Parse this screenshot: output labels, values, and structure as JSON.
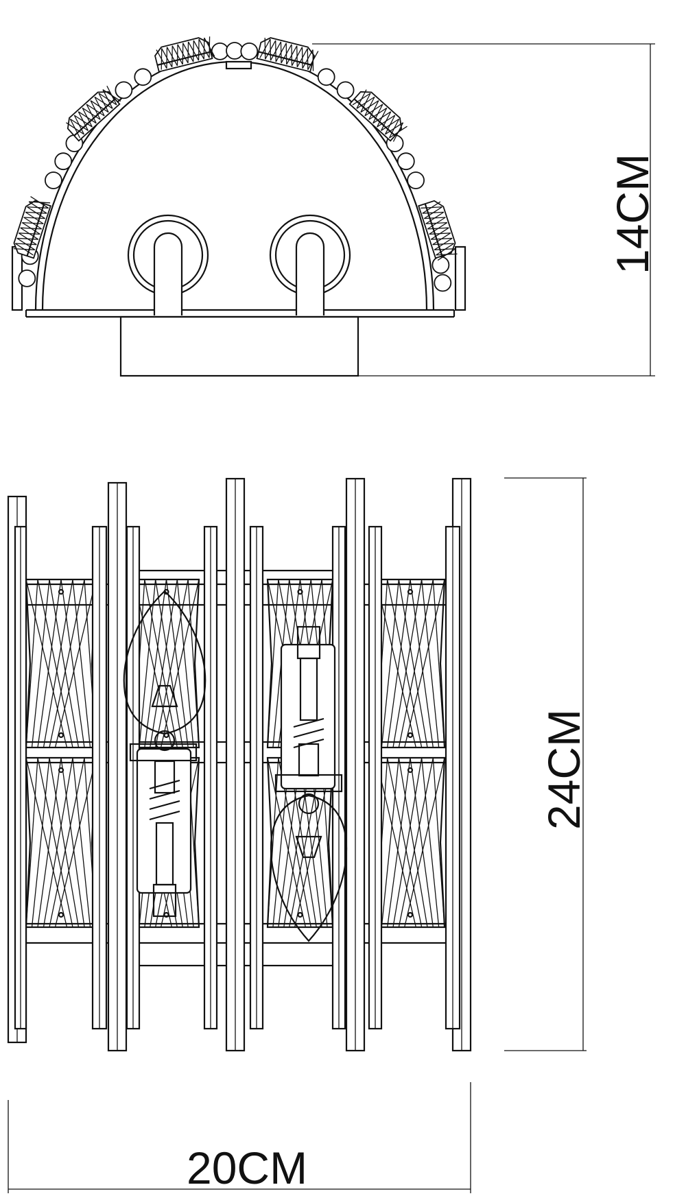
{
  "drawing": {
    "top_view": {
      "dimension_label": "14CM"
    },
    "front_view": {
      "height_label": "24CM",
      "width_label": "20CM"
    },
    "colors": {
      "line": "#111111",
      "background": "#ffffff"
    }
  }
}
